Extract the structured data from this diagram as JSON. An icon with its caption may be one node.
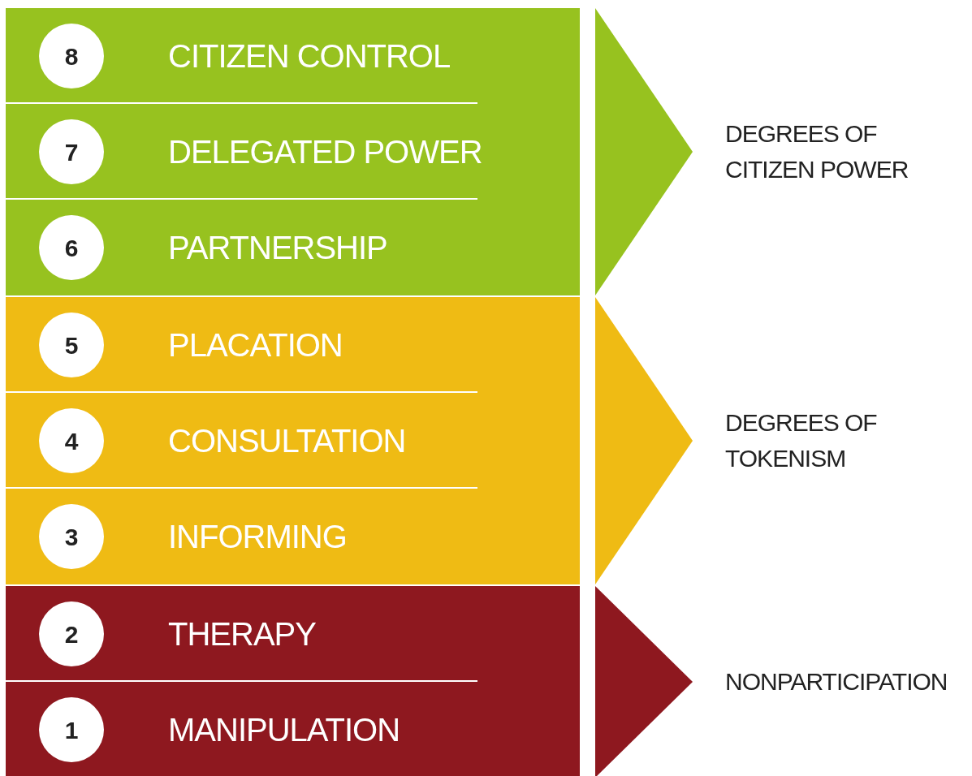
{
  "diagram": {
    "nodes": [
      {
        "text": [],
        "shape": "box"
      },
      {
        "text": [
          "8",
          "CITIZEN CONTROL"
        ],
        "in": 0
      },
      {
        "text": [
          "7",
          "DELEGATED POWER"
        ],
        "in": 0
      },
      {
        "text": [
          "6",
          "PARTNERSHIP"
        ],
        "in": 0
      },
      {
        "text": [],
        "shape": "box"
      },
      {
        "text": [
          "5",
          "PLACATION"
        ],
        "in": 4
      },
      {
        "text": [
          "4",
          "CONSULTATION"
        ],
        "in": 4
      },
      {
        "text": [
          "3",
          "INFORMING"
        ],
        "in": 4
      },
      {
        "text": [],
        "shape": "box"
      },
      {
        "text": [
          "2",
          "THERAPY"
        ],
        "in": 8
      },
      {
        "text": [
          "1",
          "MANIPULATION"
        ],
        "in": 8
      },
      {
        "text": [],
        "shape": "triangle",
        "beside": [
          "DEGREES OF CITIZEN POWER"
        ]
      },
      {
        "text": [],
        "shape": "triangle",
        "beside": [
          "DEGREES OF TOKENISM"
        ]
      },
      {
        "text": [],
        "shape": "triangle",
        "beside": [
          "NONPARTICIPATION"
        ]
      }
    ]
  }
}
